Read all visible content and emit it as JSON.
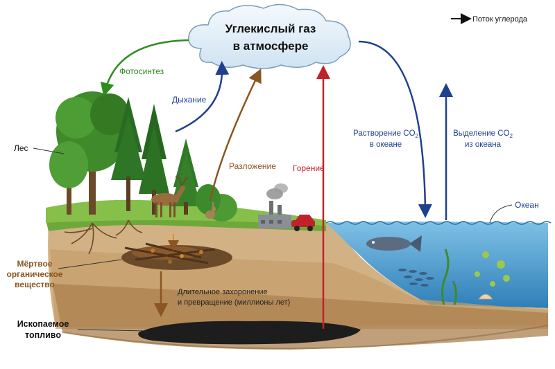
{
  "atmosphere": {
    "line1": "Углекислый газ",
    "line2": "в атмосфере"
  },
  "legend": {
    "label": "Поток углерода"
  },
  "labels": {
    "photosynthesis": "Фотосинтез",
    "respiration": "Дыхание",
    "decomposition": "Разложение",
    "combustion": "Горение",
    "dissolution_line1": "Растворение CO",
    "dissolution_sub": "2",
    "dissolution_line2": "в океане",
    "release_line1": "Выделение CO",
    "release_sub": "2",
    "release_line2": "из океана",
    "forest": "Лес",
    "ocean": "Океан",
    "dead_matter_line1": "Мёртвое",
    "dead_matter_line2": "органическое",
    "dead_matter_line3": "вещество",
    "burial_line1": "Длительное захоронение",
    "burial_line2": "и превращение (миллионы лет)",
    "fossil_line1": "Ископаемое",
    "fossil_line2": "топливо"
  },
  "colors": {
    "photosynthesis": "#2e8b1f",
    "respiration": "#1f3f8f",
    "decomposition": "#8a5520",
    "combustion": "#c0222a",
    "ocean_flux": "#1f3f8f",
    "ocean_water": "#5aa6d6",
    "soil": "#c9a878",
    "fossil": "#1d1d1d"
  }
}
